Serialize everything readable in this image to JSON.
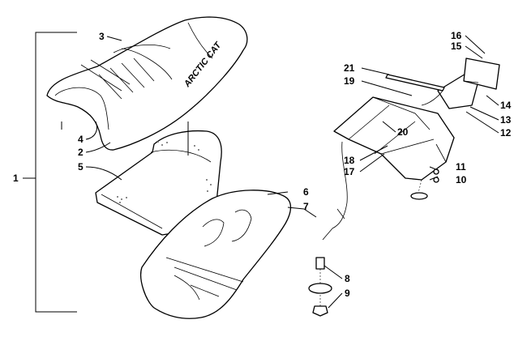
{
  "callouts": [
    "1",
    "2",
    "3",
    "4",
    "5",
    "6",
    "7",
    "8",
    "9",
    "10",
    "11",
    "12",
    "13",
    "14",
    "15",
    "16",
    "17",
    "18",
    "19",
    "20",
    "21"
  ],
  "logo_text": "ARCTIC CAT",
  "colors": {
    "ink": "#000000",
    "paper": "#ffffff"
  }
}
